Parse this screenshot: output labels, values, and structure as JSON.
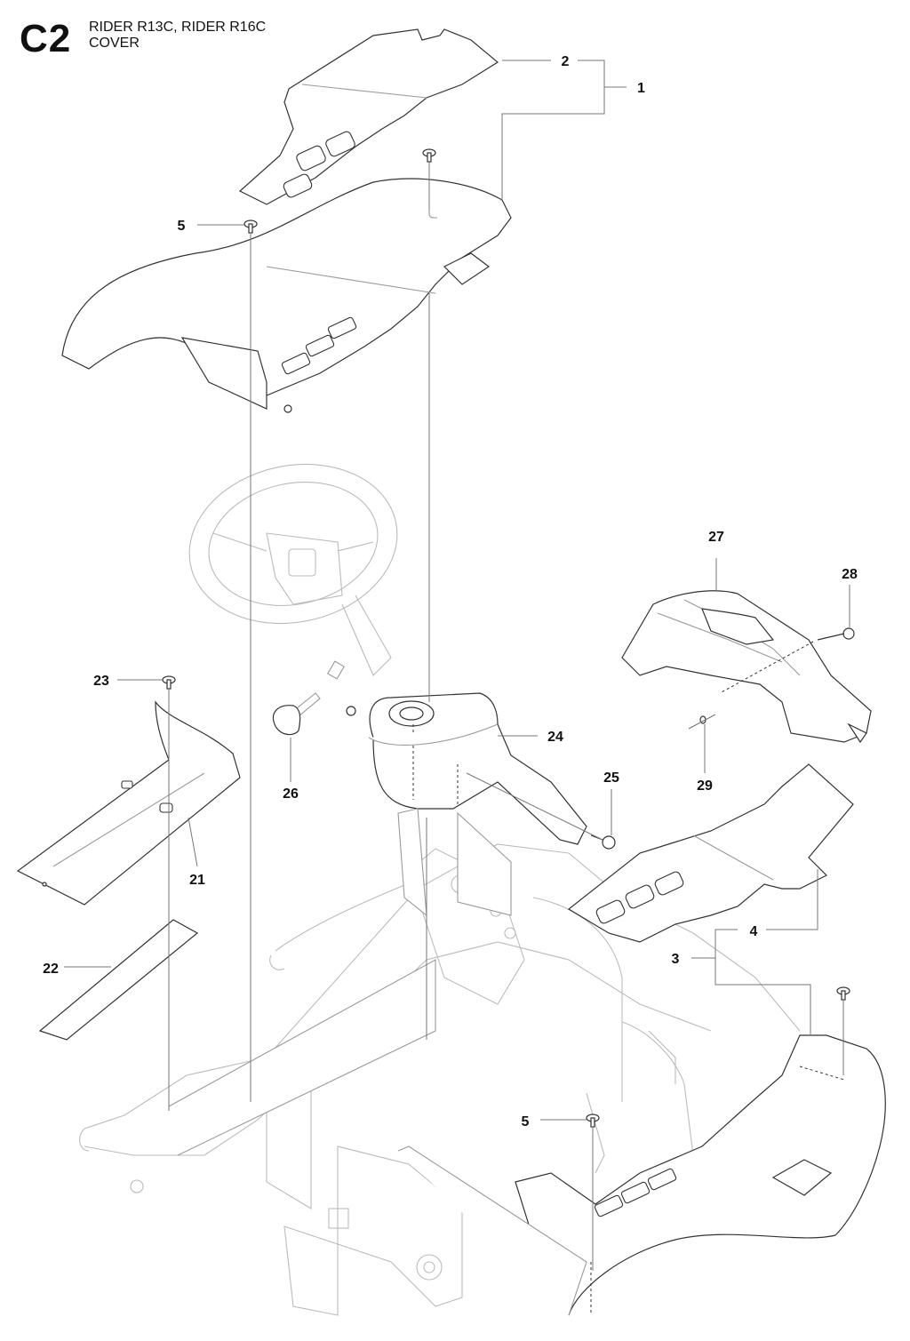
{
  "header": {
    "section_code": "C2",
    "models": "RIDER R13C, RIDER R16C",
    "section_name": "COVER"
  },
  "callouts": [
    {
      "id": "1",
      "label": "1"
    },
    {
      "id": "2",
      "label": "2"
    },
    {
      "id": "3",
      "label": "3"
    },
    {
      "id": "4",
      "label": "4"
    },
    {
      "id": "5a",
      "label": "5"
    },
    {
      "id": "5b",
      "label": "5"
    },
    {
      "id": "21",
      "label": "21"
    },
    {
      "id": "22",
      "label": "22"
    },
    {
      "id": "23",
      "label": "23"
    },
    {
      "id": "24",
      "label": "24"
    },
    {
      "id": "25",
      "label": "25"
    },
    {
      "id": "26",
      "label": "26"
    },
    {
      "id": "27",
      "label": "27"
    },
    {
      "id": "28",
      "label": "28"
    },
    {
      "id": "29",
      "label": "29"
    }
  ]
}
